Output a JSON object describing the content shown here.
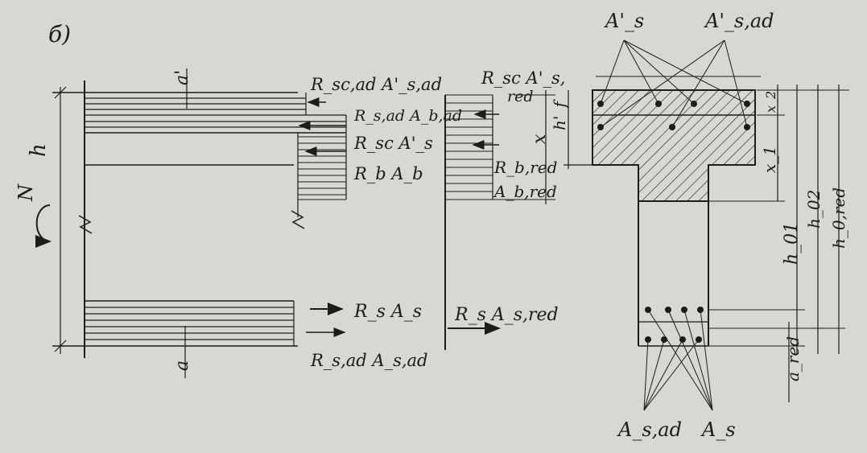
{
  "figure_label": "б)",
  "left": {
    "dim_a_top": "a'",
    "dim_h": "h",
    "dim_a_bottom": "a",
    "moment": "N",
    "force_top_adj": "R_sc,ad A'_s,ad",
    "force_s_ad": "R_s,ad A_b,ad",
    "force_sc": "R_sc A'_s",
    "force_b": "R_b A_b",
    "force_s": "R_s A_s",
    "force_s_ad_bottom": "R_s,ad A_s,ad"
  },
  "middle": {
    "force_sc_red": "R_sc A'_s,",
    "force_sc_red_sub": "red",
    "dim_x": "x",
    "force_b_red": "R_b,red",
    "area_b_red": "A_b,red",
    "force_s_red": "R_s A_s,red"
  },
  "right": {
    "label_As_prime": "A'_s",
    "label_As_ad_prime": "A'_s,ad",
    "dim_hf": "h'_f",
    "dim_x2": "x_2",
    "dim_x1": "x_1",
    "dim_h01": "h_01",
    "dim_h02": "h_02",
    "dim_h0red": "h_0,red",
    "dim_a_red": "a_red",
    "label_As_ad": "A_s,ad",
    "label_As": "A_s"
  },
  "colors": {
    "paper": "#d9d7d2",
    "ink": "#1c1c1c"
  }
}
